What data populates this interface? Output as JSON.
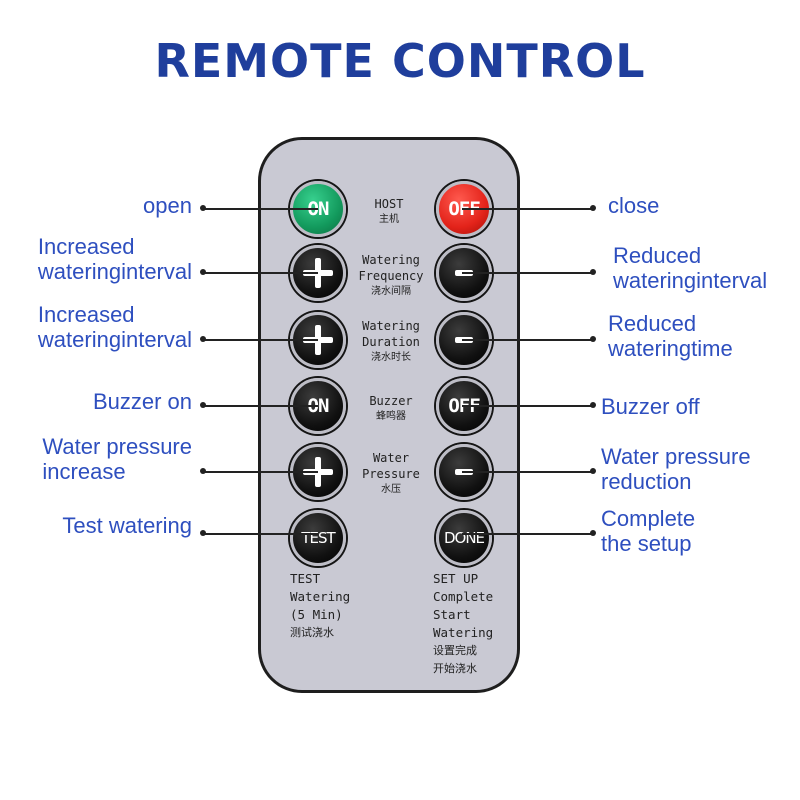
{
  "title": "REMOTE CONTROL",
  "buttons": {
    "host_on": "ON",
    "host_off": "OFF",
    "freq_plus": "+",
    "freq_minus": "−",
    "dur_plus": "+",
    "dur_minus": "−",
    "buzzer_on": "ON",
    "buzzer_off": "OFF",
    "pressure_plus": "+",
    "pressure_minus": "−",
    "test": "TEST",
    "done": "DONE"
  },
  "remote_labels": {
    "host": {
      "en": "HOST",
      "zh": "主机"
    },
    "watering_frequency": {
      "line1": "Watering",
      "line2": "Frequency",
      "zh": "浇水间隔"
    },
    "watering_duration": {
      "line1": "Watering",
      "line2": "Duration",
      "zh": "浇水时长"
    },
    "buzzer": {
      "en": "Buzzer",
      "zh": "蜂鸣器"
    },
    "water_pressure": {
      "line1": "Water",
      "line2": "Pressure",
      "zh": "水压"
    },
    "test_watering": {
      "line1": "TEST",
      "line2": "Watering",
      "line3": "(5 Min)",
      "zh": "测试浇水"
    },
    "setup": {
      "line1": "SET UP",
      "line2": "Complete",
      "line3": "Start",
      "line4": "Watering",
      "zh1": "设置完成",
      "zh2": "开始浇水"
    }
  },
  "callouts": {
    "open": "open",
    "close": "close",
    "inc_interval_1": [
      "Increased",
      "wateringinterval"
    ],
    "red_interval": [
      "Reduced",
      "wateringinterval"
    ],
    "inc_interval_2": [
      "Increased",
      "wateringinterval"
    ],
    "red_time": [
      "Reduced",
      "wateringtime"
    ],
    "buzzer_on": "Buzzer on",
    "buzzer_off": "Buzzer off",
    "pressure_inc": [
      "Water pressure",
      "increase"
    ],
    "pressure_red": [
      "Water pressure",
      "reduction"
    ],
    "test_watering": "Test watering",
    "complete_setup": [
      "Complete",
      "the setup"
    ]
  },
  "colors": {
    "title": "#1f3e9c",
    "callout_text": "#2e4fbf",
    "remote_body": "#c9c9d3",
    "on_button": "#139a5d",
    "off_button": "#e3231a",
    "black_button": "#111111"
  }
}
